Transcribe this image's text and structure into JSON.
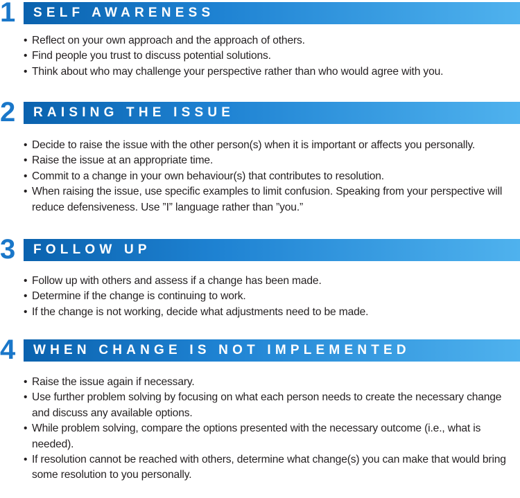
{
  "sections": [
    {
      "number": "1",
      "title": "SELF AWARENESS",
      "bullets": [
        "Reflect on your own approach and the approach of others.",
        "Find people you trust to discuss potential solutions.",
        "Think about who may challenge your perspective rather than who would agree with you."
      ]
    },
    {
      "number": "2",
      "title": "RAISING THE ISSUE",
      "bullets": [
        "Decide to raise the issue with the other person(s) when it is important or affects you personally.",
        "Raise the issue at an appropriate time.",
        "Commit to a change in your own behaviour(s) that contributes to resolution.",
        "When raising the issue, use specific examples to limit confusion. Speaking from your perspective will reduce defensiveness. Use ”I” language rather than ”you.”"
      ]
    },
    {
      "number": "3",
      "title": "FOLLOW UP",
      "bullets": [
        "Follow up with others and assess if a change has been made.",
        "Determine if the change is continuing to work.",
        "If the change is not working, decide what adjustments need to be made."
      ]
    },
    {
      "number": "4",
      "title": "WHEN CHANGE IS NOT IMPLEMENTED",
      "bullets": [
        "Raise the issue again if necessary.",
        "Use further problem solving by focusing on what each person needs to create the necessary change and discuss any available options.",
        "While problem solving, compare the options presented with the necessary outcome (i.e., what is needed).",
        "If resolution cannot be reached with others, determine what change(s) you can make that would bring some resolution to you personally."
      ]
    }
  ],
  "colors": {
    "accent": "#1a77c9",
    "bar_start": "#0a62ae",
    "bar_end": "#4fb2ee",
    "text": "#231f20"
  }
}
